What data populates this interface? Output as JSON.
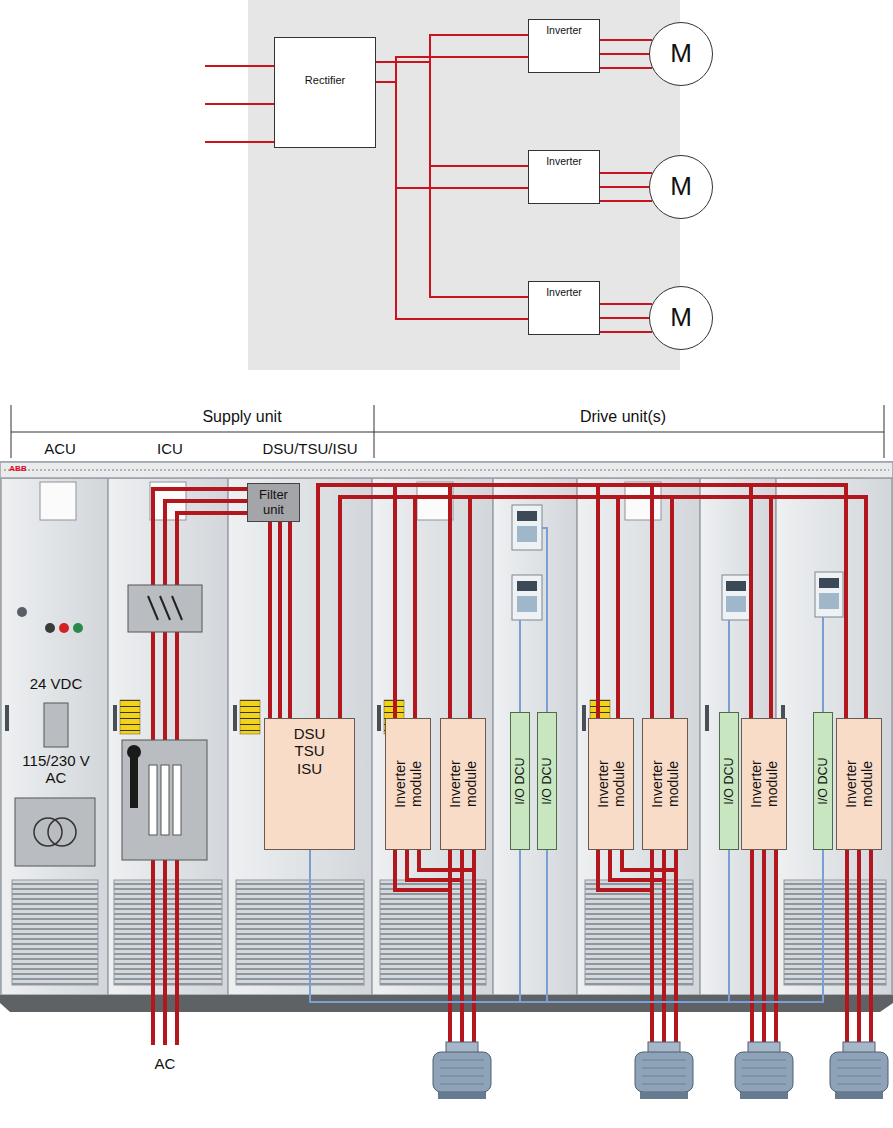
{
  "diagram": {
    "nodes": [
      {
        "text": [
          "Rectifier"
        ]
      },
      {
        "text": [
          "Inverter"
        ]
      },
      {
        "text": [
          "Inverter"
        ]
      },
      {
        "text": [
          "Inverter"
        ]
      },
      {
        "text": [
          "M"
        ]
      },
      {
        "text": [
          "M"
        ]
      },
      {
        "text": [
          "M"
        ]
      },
      {
        "text": [
          "Filter unit"
        ]
      },
      {
        "text": [
          "DSU TSU ISU"
        ]
      },
      {
        "text": [
          "Inverter module"
        ]
      },
      {
        "text": [
          "Inverter module"
        ]
      },
      {
        "text": [
          "I/O DCU"
        ]
      },
      {
        "text": [
          "I/O DCU"
        ]
      },
      {
        "text": [
          "Inverter module"
        ]
      },
      {
        "text": [
          "Inverter module"
        ]
      },
      {
        "text": [
          "I/O DCU"
        ]
      },
      {
        "text": [
          "Inverter module"
        ]
      },
      {
        "text": [
          "I/O DCU"
        ]
      },
      {
        "text": [
          "Inverter module"
        ]
      }
    ],
    "edges": [
      {
        "from": 0,
        "to": 1,
        "arrow": "none"
      },
      {
        "from": 0,
        "to": 2,
        "arrow": "none"
      },
      {
        "from": 0,
        "to": 3,
        "arrow": "none"
      },
      {
        "from": 1,
        "to": 4,
        "arrow": "none"
      },
      {
        "from": 2,
        "to": 5,
        "arrow": "none"
      },
      {
        "from": 3,
        "to": 6,
        "arrow": "none"
      },
      {
        "from": 7,
        "to": 8,
        "arrow": "none"
      },
      {
        "from": 8,
        "to": 9,
        "arrow": "none"
      },
      {
        "from": 8,
        "to": 10,
        "arrow": "none"
      },
      {
        "from": 8,
        "to": 13,
        "arrow": "none"
      },
      {
        "from": 8,
        "to": 14,
        "arrow": "none"
      },
      {
        "from": 8,
        "to": 16,
        "arrow": "none"
      },
      {
        "from": 8,
        "to": 18,
        "arrow": "none"
      },
      {
        "from": 8,
        "to": 11,
        "arrow": "none"
      },
      {
        "from": 8,
        "to": 12,
        "arrow": "none"
      },
      {
        "from": 8,
        "to": 15,
        "arrow": "none"
      },
      {
        "from": 8,
        "to": 17,
        "arrow": "none"
      }
    ],
    "labels": [
      "Supply unit",
      "Drive unit(s)",
      "ACU",
      "ICU",
      "DSU/TSU/ISU",
      "ABB",
      "24 VDC",
      "115/230 V AC",
      "AC"
    ]
  }
}
